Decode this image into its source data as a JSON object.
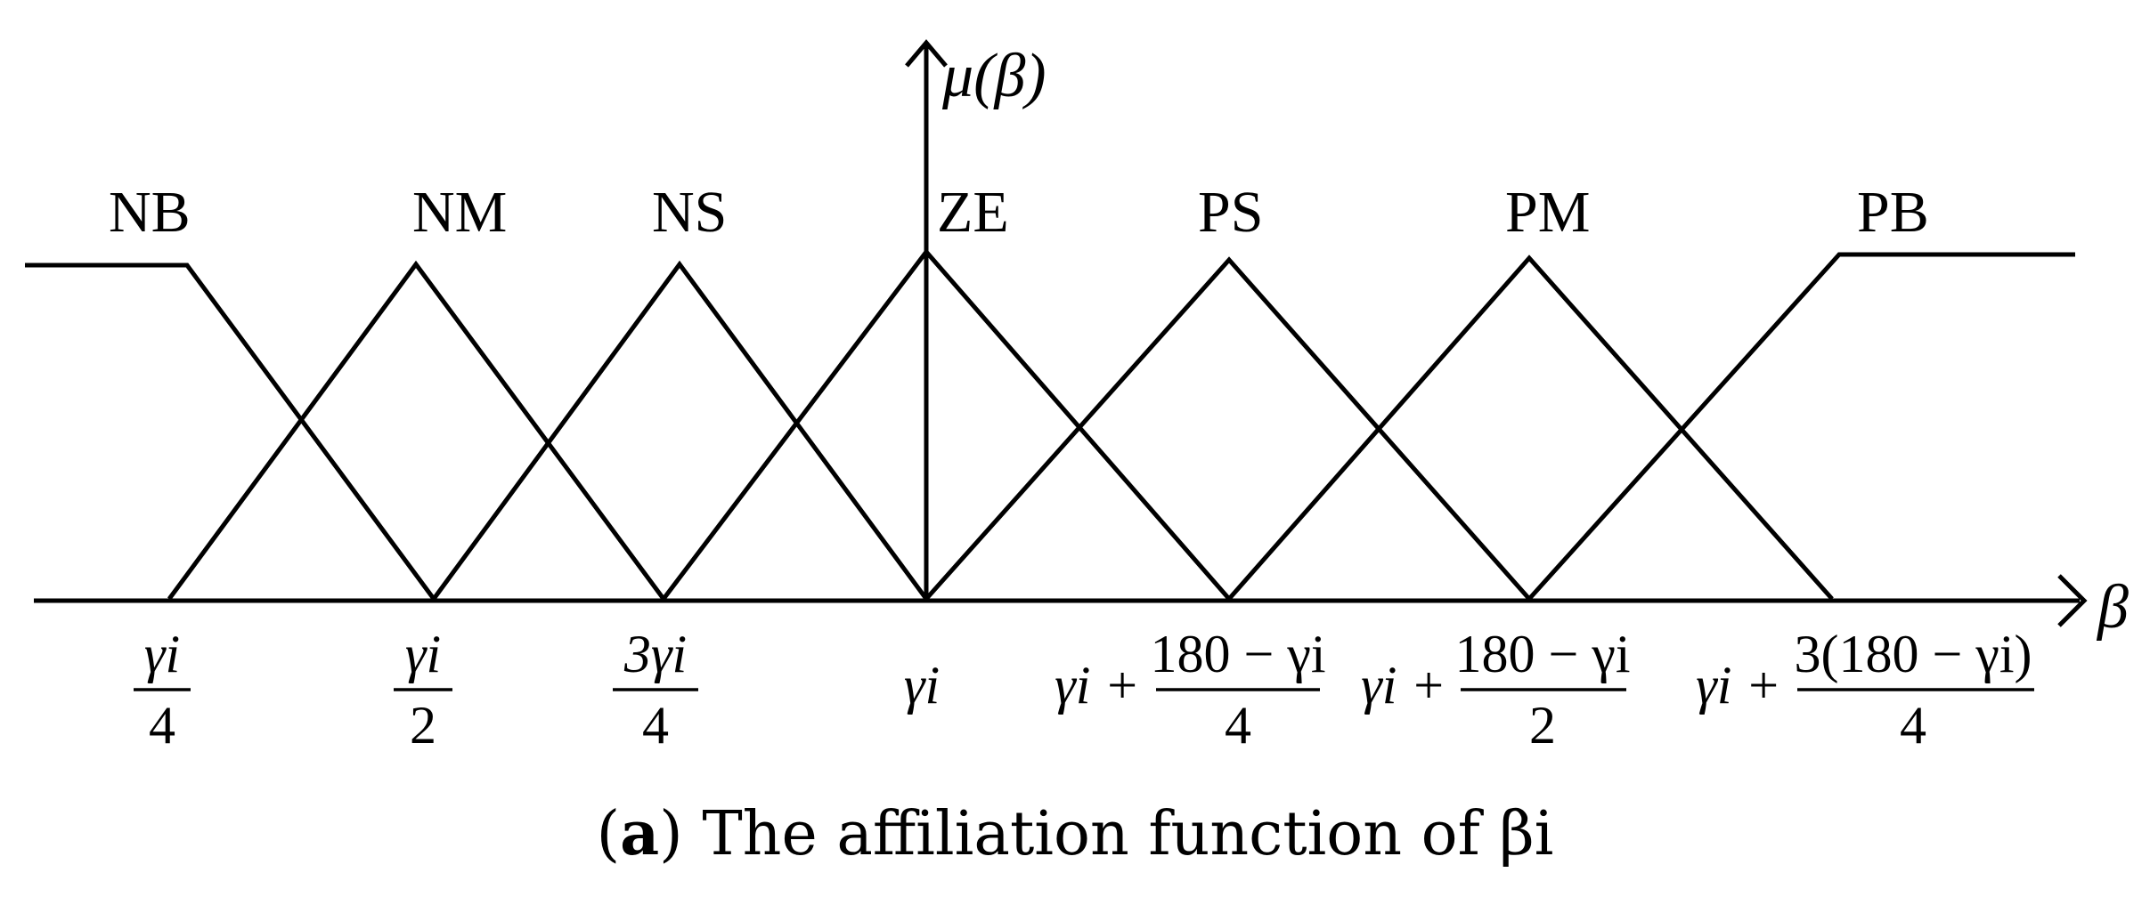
{
  "axes": {
    "y_label": "μ(β)",
    "x_label": "β"
  },
  "sets": [
    {
      "name": "NB",
      "shape": "left-shoulder"
    },
    {
      "name": "NM",
      "shape": "triangle"
    },
    {
      "name": "NS",
      "shape": "triangle"
    },
    {
      "name": "ZE",
      "shape": "triangle"
    },
    {
      "name": "PS",
      "shape": "triangle"
    },
    {
      "name": "PM",
      "shape": "triangle"
    },
    {
      "name": "PB",
      "shape": "right-shoulder"
    }
  ],
  "x_ticks": [
    {
      "num": "γi",
      "den": "4"
    },
    {
      "num": "γi",
      "den": "2"
    },
    {
      "num": "3γi",
      "den": "4"
    },
    {
      "text": "γi"
    },
    {
      "prefix": "γi +",
      "num": "180 − γi",
      "den": "4"
    },
    {
      "prefix": "γi +",
      "num": "180 − γi",
      "den": "2"
    },
    {
      "prefix": "γi +",
      "num": "3(180 − γi)",
      "den": "4"
    }
  ],
  "caption": {
    "letter": "a",
    "text": "The affiliation function of βi"
  }
}
